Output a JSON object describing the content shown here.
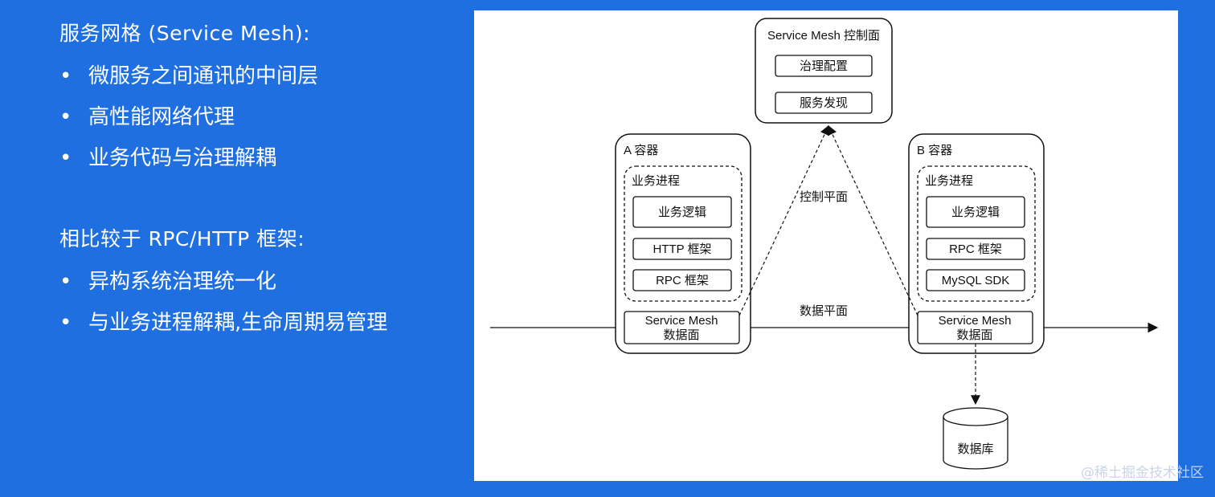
{
  "left": {
    "heading1": "服务网格 (Service Mesh):",
    "bullets1": [
      "微服务之间通讯的中间层",
      "高性能网络代理",
      "业务代码与治理解耦"
    ],
    "heading2": "相比较于 RPC/HTTP 框架:",
    "bullets2": [
      "异构系统治理统一化",
      "与业务进程解耦,生命周期易管理"
    ],
    "bullet_symbol": "•"
  },
  "diagram": {
    "control_plane": {
      "title": "Service Mesh 控制面",
      "items": [
        "治理配置",
        "服务发现"
      ]
    },
    "container_a": {
      "title": "A 容器",
      "process_title": "业务进程",
      "items": [
        "业务逻辑",
        "HTTP 框架",
        "RPC 框架"
      ],
      "mesh_line1": "Service Mesh",
      "mesh_line2": "数据面"
    },
    "container_b": {
      "title": "B 容器",
      "process_title": "业务进程",
      "items": [
        "业务逻辑",
        "RPC 框架",
        "MySQL SDK"
      ],
      "mesh_line1": "Service Mesh",
      "mesh_line2": "数据面"
    },
    "control_plane_label": "控制平面",
    "data_plane_label": "数据平面",
    "database_label": "数据库"
  },
  "watermark": "@稀土掘金技术社区",
  "colors": {
    "background": "#1f6fe0",
    "panel": "#ffffff",
    "text": "#ffffff"
  }
}
